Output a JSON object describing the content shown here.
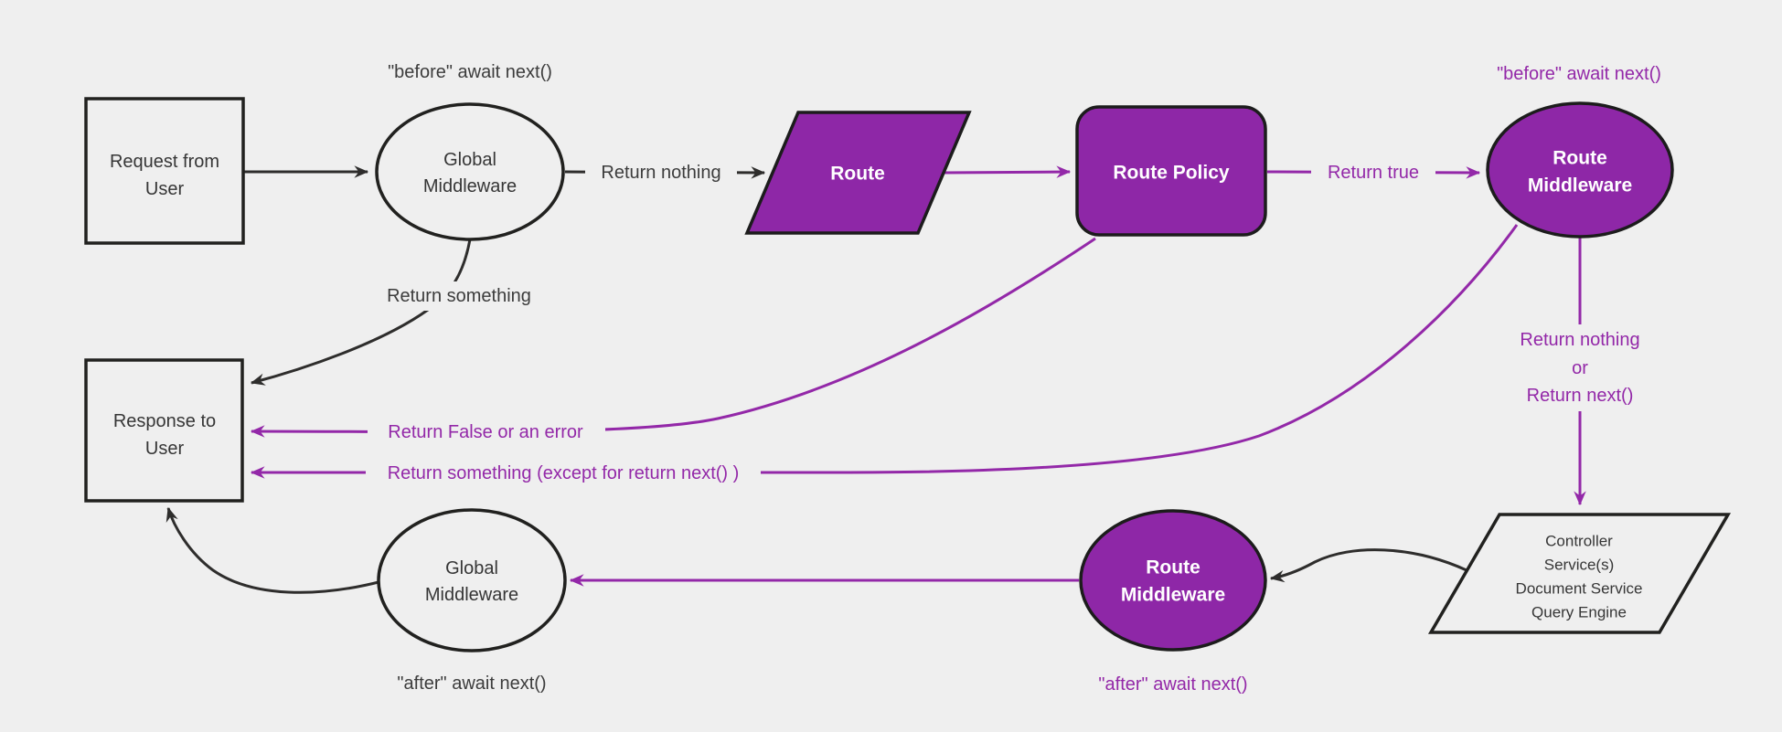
{
  "diagram": {
    "title_hint": "middleware-request-flowchart",
    "colors": {
      "background": "#efefef",
      "purple_fill": "#8e27a7",
      "purple_line": "#9328a8",
      "black_line": "#2e2d2c",
      "node_border": "#21211f",
      "dark_text": "#363636",
      "white_text": "#ffffff"
    },
    "nodes": {
      "request": {
        "lines": [
          "Request from",
          "User"
        ]
      },
      "global_mw_top": {
        "lines": [
          "Global",
          "Middleware"
        ]
      },
      "route": {
        "label": "Route"
      },
      "route_policy": {
        "label": "Route Policy"
      },
      "route_mw_top": {
        "lines": [
          "Route",
          "Middleware"
        ]
      },
      "controller": {
        "lines": [
          "Controller",
          "Service(s)",
          "Document Service",
          "Query Engine"
        ]
      },
      "route_mw_bottom": {
        "lines": [
          "Route",
          "Middleware"
        ]
      },
      "global_mw_bottom": {
        "lines": [
          "Global",
          "Middleware"
        ]
      },
      "response": {
        "lines": [
          "Response to",
          "User"
        ]
      }
    },
    "labels": {
      "before_await": "\"before\" await next()",
      "after_await": "\"after\" await next()",
      "return_nothing": "Return nothing",
      "return_true": "Return true",
      "return_something": "Return something",
      "return_nothing_stack": [
        "Return nothing",
        "or",
        "Return next()"
      ],
      "return_false_or_error": "Return False or an error",
      "return_something_except": "Return something (except for return next() )"
    }
  }
}
